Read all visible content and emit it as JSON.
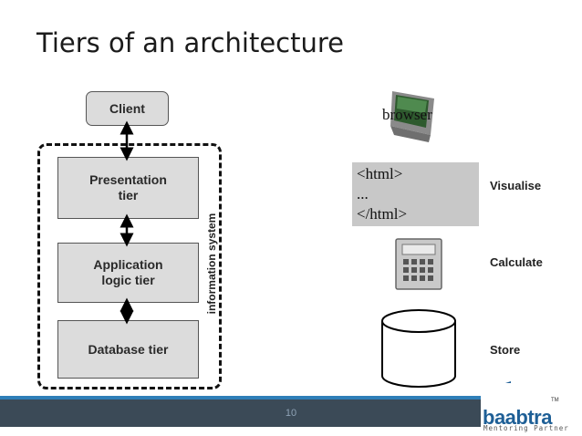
{
  "title": "Tiers of an architecture",
  "left": {
    "client": "Client",
    "presentation": [
      "Presentation",
      "tier"
    ],
    "application": [
      "Application",
      "logic tier"
    ],
    "database": "Database tier",
    "vertical_label": "information system"
  },
  "right": {
    "browser_label": "browser",
    "code_lines": [
      "<html>",
      "...",
      "</html>"
    ],
    "visualise": "Visualise",
    "calculate": "Calculate",
    "store": "Store"
  },
  "footer": {
    "page_number": "10",
    "logo_text": "baabtra",
    "logo_sub": "Mentoring Partner",
    "trademark": "TM"
  },
  "colors": {
    "box_fill": "#dcdcdc",
    "footer_bar": "#3b4a57",
    "footer_accent": "#2f7fb8",
    "logo": "#1e5f96"
  },
  "icons": [
    "monitor-icon",
    "calculator-icon",
    "database-cylinder-icon",
    "logo-icon"
  ]
}
